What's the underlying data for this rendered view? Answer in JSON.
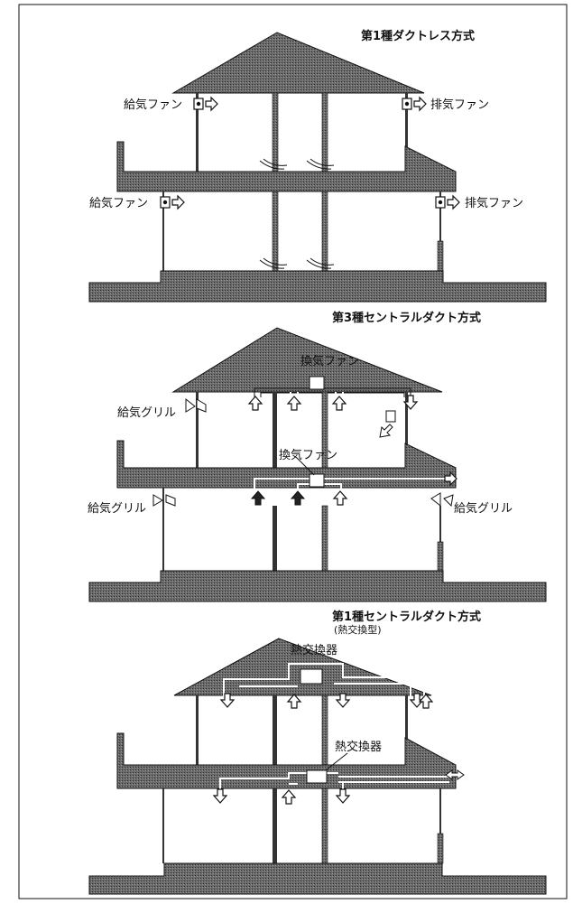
{
  "colors": {
    "ink": "#111111",
    "hatch": "#5a5a5a",
    "paper": "#ffffff",
    "duct": "#ffffff"
  },
  "panels": [
    {
      "title": "第1種ダクトレス方式",
      "labels": {
        "supply_fan_upper": "給気ファン",
        "exhaust_fan_upper": "排気ファン",
        "supply_fan_lower": "給気ファン",
        "exhaust_fan_lower": "排気ファン"
      }
    },
    {
      "title": "第3種セントラルダクト方式",
      "labels": {
        "vent_fan_attic": "換気ファン",
        "supply_grille_upper": "給気グリル",
        "vent_fan_floor": "換気ファン",
        "supply_grille_lower_left": "給気グリル",
        "supply_grille_lower_right": "給気グリル"
      }
    },
    {
      "title": "第1種セントラルダクト方式",
      "subtitle": "(熱交換型)",
      "labels": {
        "heat_exchanger_attic": "熱交換器",
        "heat_exchanger_floor": "熱交換器"
      }
    }
  ]
}
